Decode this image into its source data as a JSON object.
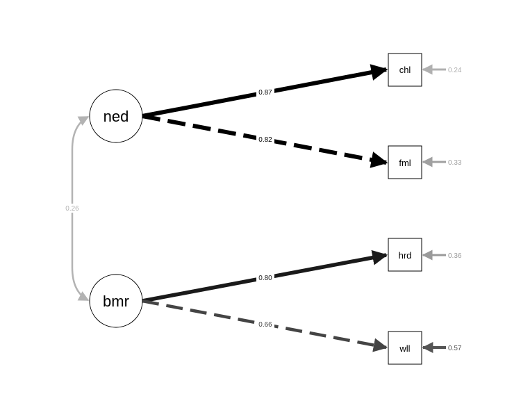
{
  "colors": {
    "background": "#ffffff",
    "node_stroke": "#000000",
    "cov_gray": "#b3b3b3",
    "resid_light": "#b0b0b0",
    "resid_mid": "#9a9a9a",
    "resid_dark": "#555555"
  },
  "latent": [
    {
      "id": "ned",
      "label": "ned"
    },
    {
      "id": "bmr",
      "label": "bmr"
    }
  ],
  "observed": [
    {
      "id": "chl",
      "label": "chl"
    },
    {
      "id": "fml",
      "label": "fml"
    },
    {
      "id": "hrd",
      "label": "hrd"
    },
    {
      "id": "wll",
      "label": "wll"
    }
  ],
  "loadings": [
    {
      "from": "ned",
      "to": "chl",
      "label": "0.87",
      "style": "solid",
      "color": "#000000"
    },
    {
      "from": "ned",
      "to": "fml",
      "label": "0.82",
      "style": "dashed",
      "color": "#000000"
    },
    {
      "from": "bmr",
      "to": "hrd",
      "label": "0.80",
      "style": "solid",
      "color": "#1a1a1a"
    },
    {
      "from": "bmr",
      "to": "wll",
      "label": "0.66",
      "style": "dashed",
      "color": "#444444"
    }
  ],
  "covariance": {
    "between": [
      "ned",
      "bmr"
    ],
    "label": "0.26",
    "color": "#b3b3b3"
  },
  "residuals": [
    {
      "on": "chl",
      "label": "0.24",
      "color": "#b0b0b0"
    },
    {
      "on": "fml",
      "label": "0.33",
      "color": "#a0a0a0"
    },
    {
      "on": "hrd",
      "label": "0.36",
      "color": "#9a9a9a"
    },
    {
      "on": "wll",
      "label": "0.57",
      "color": "#555555"
    }
  ]
}
